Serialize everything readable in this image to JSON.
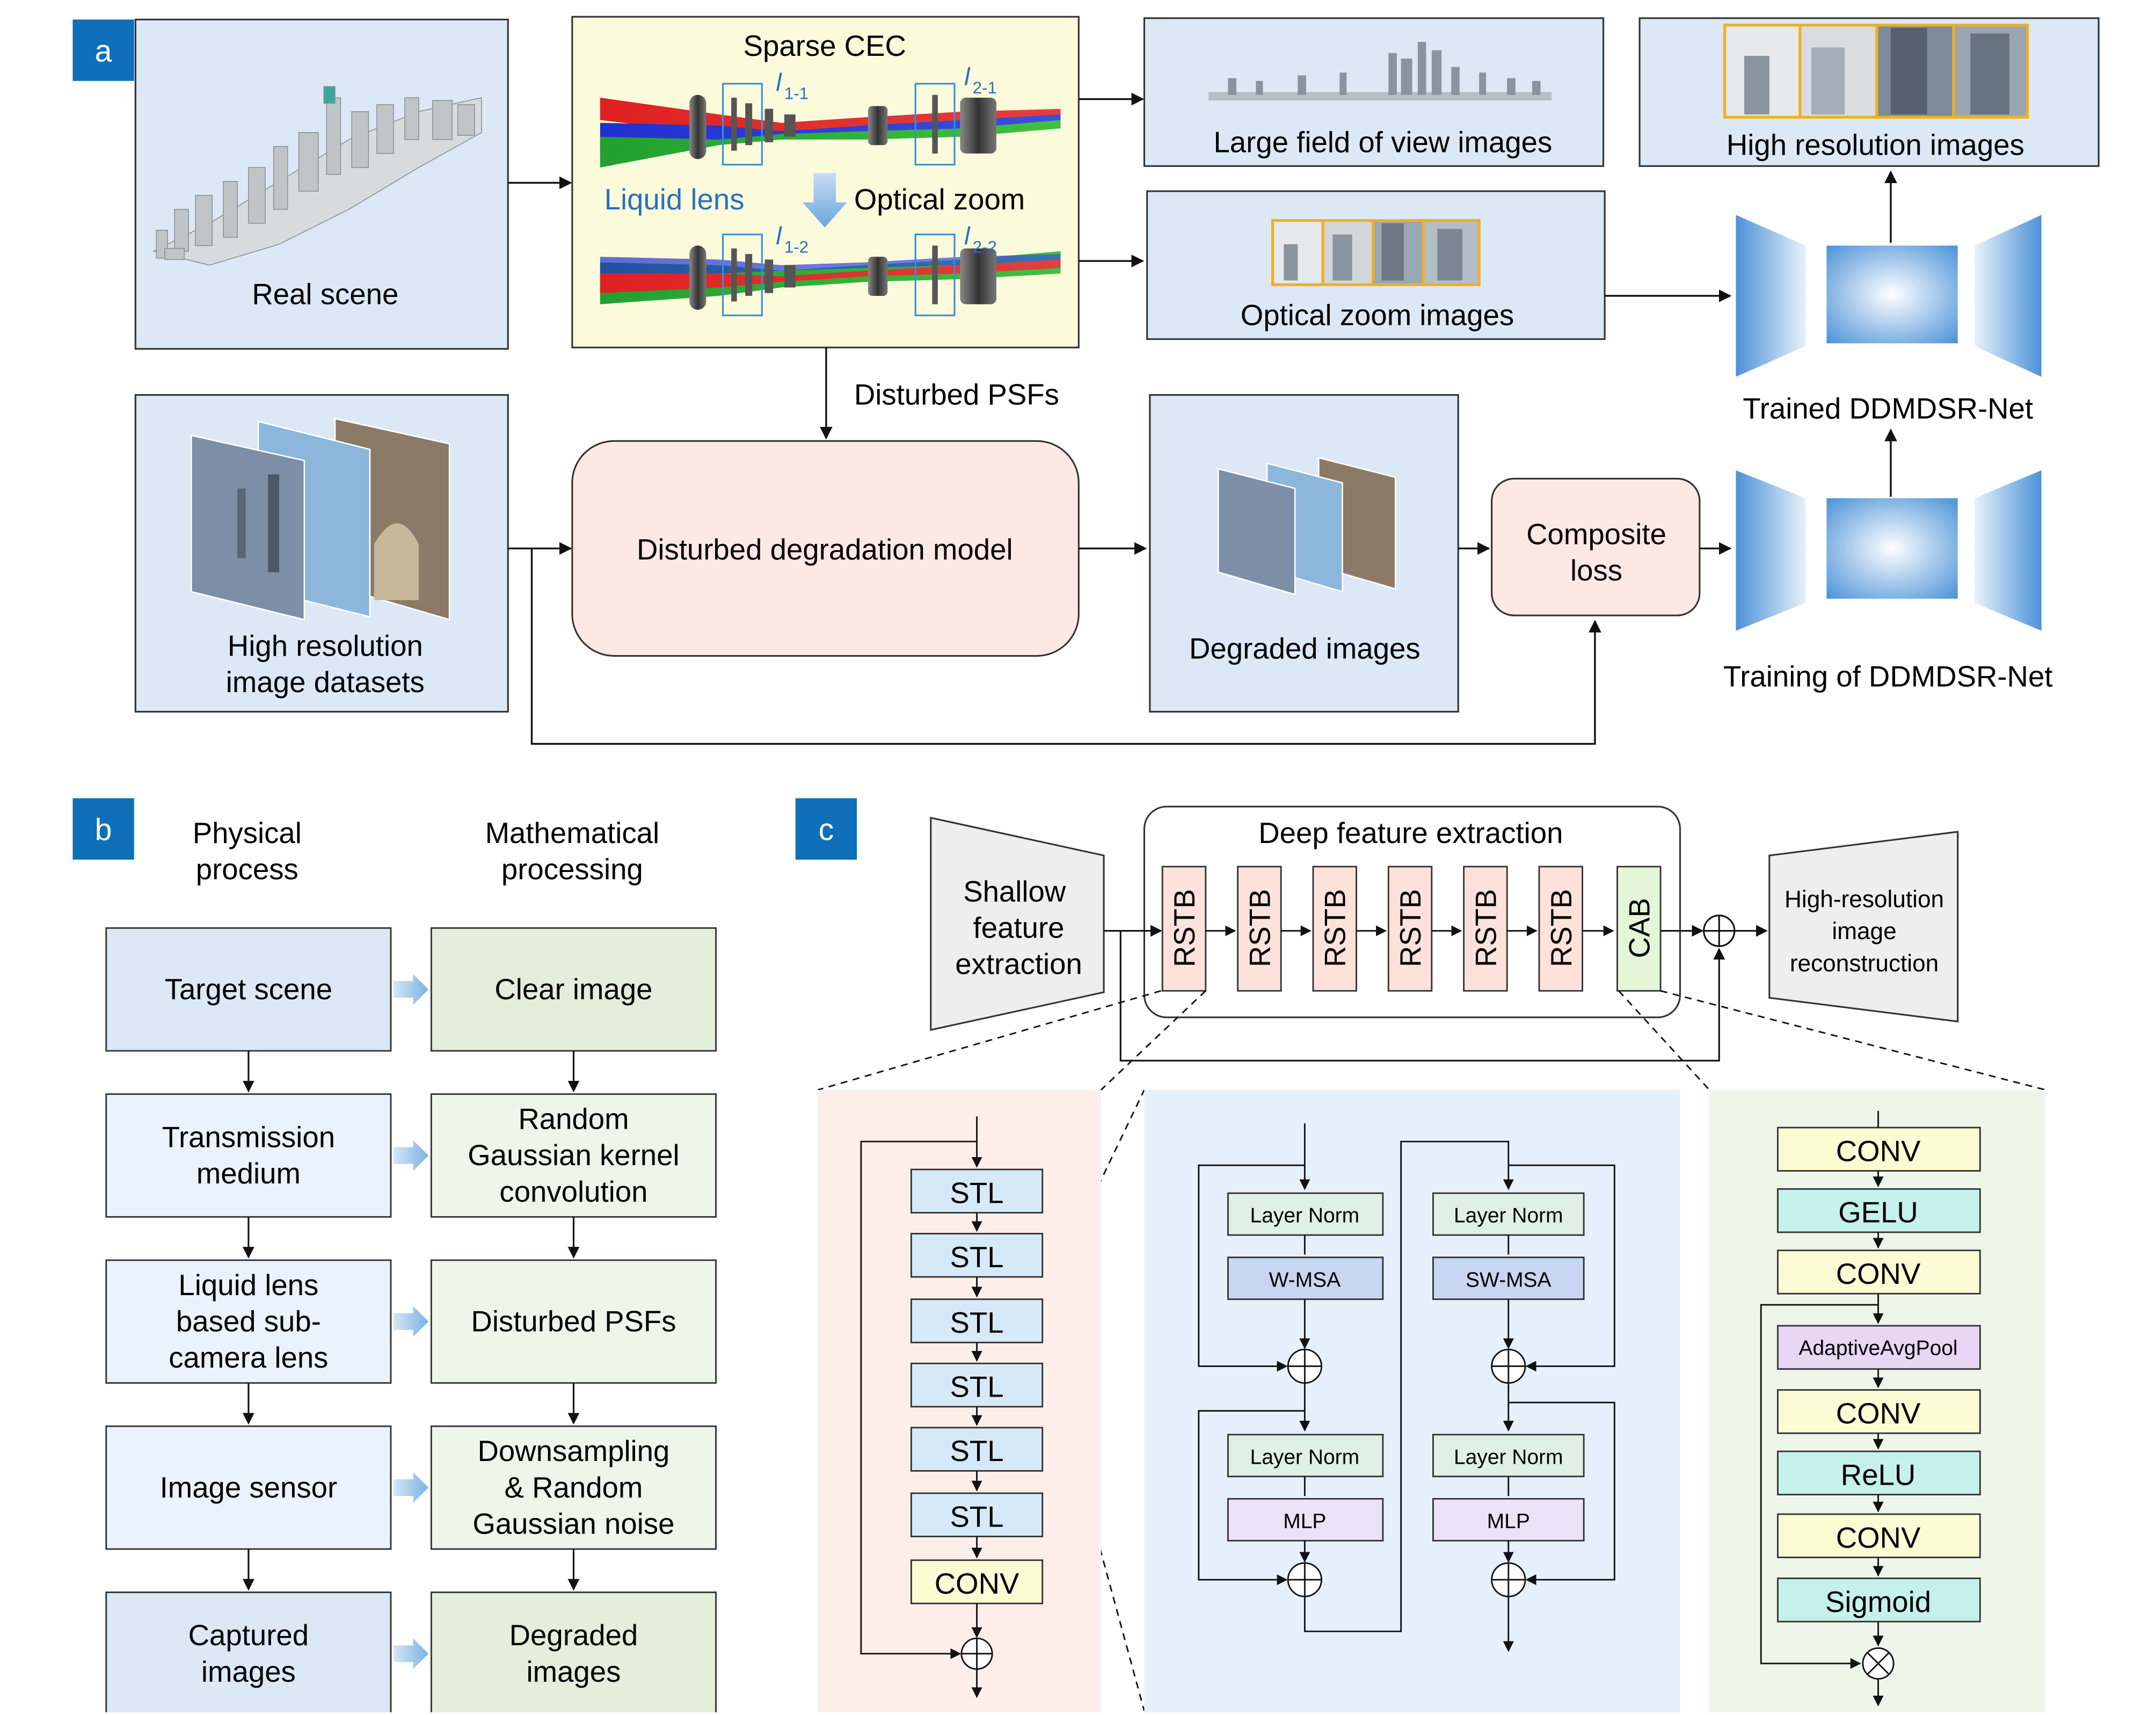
{
  "colors": {
    "panel_label_bg": "#0f6fb8",
    "light_blue_box": "#dce8f5",
    "yellow_box": "#fbfbdc",
    "pink_box": "#fde8e4",
    "green_box": "#e3eedb",
    "pale_blue_box": "#eaf3fb",
    "stl_fill": "#d6e9f8",
    "conv_fill": "#fbfbd4",
    "gelu_fill": "#c5f0ec",
    "pool_fill": "#e8d6f5",
    "wmsa_fill": "#c8d6f2",
    "mlp_fill": "#ece2f8",
    "norm_fill": "#dff0e6",
    "rstb_fill": "#fde2dc",
    "cab_fill": "#e4f5d8",
    "panel_c_pink_bg": "#fdeeea",
    "panel_c_blue_bg": "#e5f0fb",
    "panel_c_green_bg": "#eef6ea",
    "trapezoid_fill": "#eeeeee",
    "net_blue": "#4a90d9",
    "yellow_frame": "#f0b020"
  },
  "panel_a": {
    "label": "a",
    "real_scene": "Real scene",
    "sparse_cec": "Sparse CEC",
    "liquid_lens": "Liquid lens",
    "optical_zoom": "Optical zoom",
    "l11": "l",
    "l11_sub": "1-1",
    "l21": "l",
    "l21_sub": "2-1",
    "l12": "l",
    "l12_sub": "1-2",
    "l22": "l",
    "l22_sub": "2-2",
    "large_fov": "Large field of view images",
    "optical_zoom_images": "Optical zoom images",
    "high_res_images": "High resolution images",
    "trained_net": "Trained DDMDSR-Net",
    "disturbed_psfs": "Disturbed PSFs",
    "high_res_datasets_1": "High resolution",
    "high_res_datasets_2": "image datasets",
    "degradation_model": "Disturbed degradation model",
    "degraded_images": "Degraded images",
    "composite_loss_1": "Composite",
    "composite_loss_2": "loss",
    "training_net": "Training of DDMDSR-Net"
  },
  "panel_b": {
    "label": "b",
    "header_physical_1": "Physical",
    "header_physical_2": "process",
    "header_math_1": "Mathematical",
    "header_math_2": "processing",
    "physical": [
      [
        "Target scene"
      ],
      [
        "Transmission",
        "medium"
      ],
      [
        "Liquid lens",
        "based sub-",
        "camera lens"
      ],
      [
        "Image sensor"
      ],
      [
        "Captured",
        "images"
      ]
    ],
    "math": [
      [
        "Clear image"
      ],
      [
        "Random",
        "Gaussian kernel",
        "convolution"
      ],
      [
        "Disturbed PSFs"
      ],
      [
        "Downsampling",
        "& Random",
        "Gaussian noise"
      ],
      [
        "Degraded",
        "images"
      ]
    ]
  },
  "panel_c": {
    "label": "c",
    "shallow_1": "Shallow",
    "shallow_2": "feature",
    "shallow_3": "extraction",
    "deep_feature": "Deep feature extraction",
    "rstb_blocks": [
      "RSTB",
      "RSTB",
      "RSTB",
      "RSTB",
      "RSTB",
      "RSTB"
    ],
    "cab": "CAB",
    "recon_1": "High-resolution",
    "recon_2": "image",
    "recon_3": "reconstruction",
    "stl_blocks": [
      "STL",
      "STL",
      "STL",
      "STL",
      "STL",
      "STL"
    ],
    "rstb_conv": "CONV",
    "left_norm_1": "Layer Norm",
    "w_msa": "W-MSA",
    "left_norm_2": "Layer Norm",
    "left_mlp": "MLP",
    "right_norm_1": "Layer Norm",
    "sw_msa": "SW-MSA",
    "right_norm_2": "Layer Norm",
    "right_mlp": "MLP",
    "cab_blocks": [
      "CONV",
      "GELU",
      "CONV",
      "AdaptiveAvgPool",
      "CONV",
      "ReLU",
      "CONV",
      "Sigmoid"
    ]
  }
}
